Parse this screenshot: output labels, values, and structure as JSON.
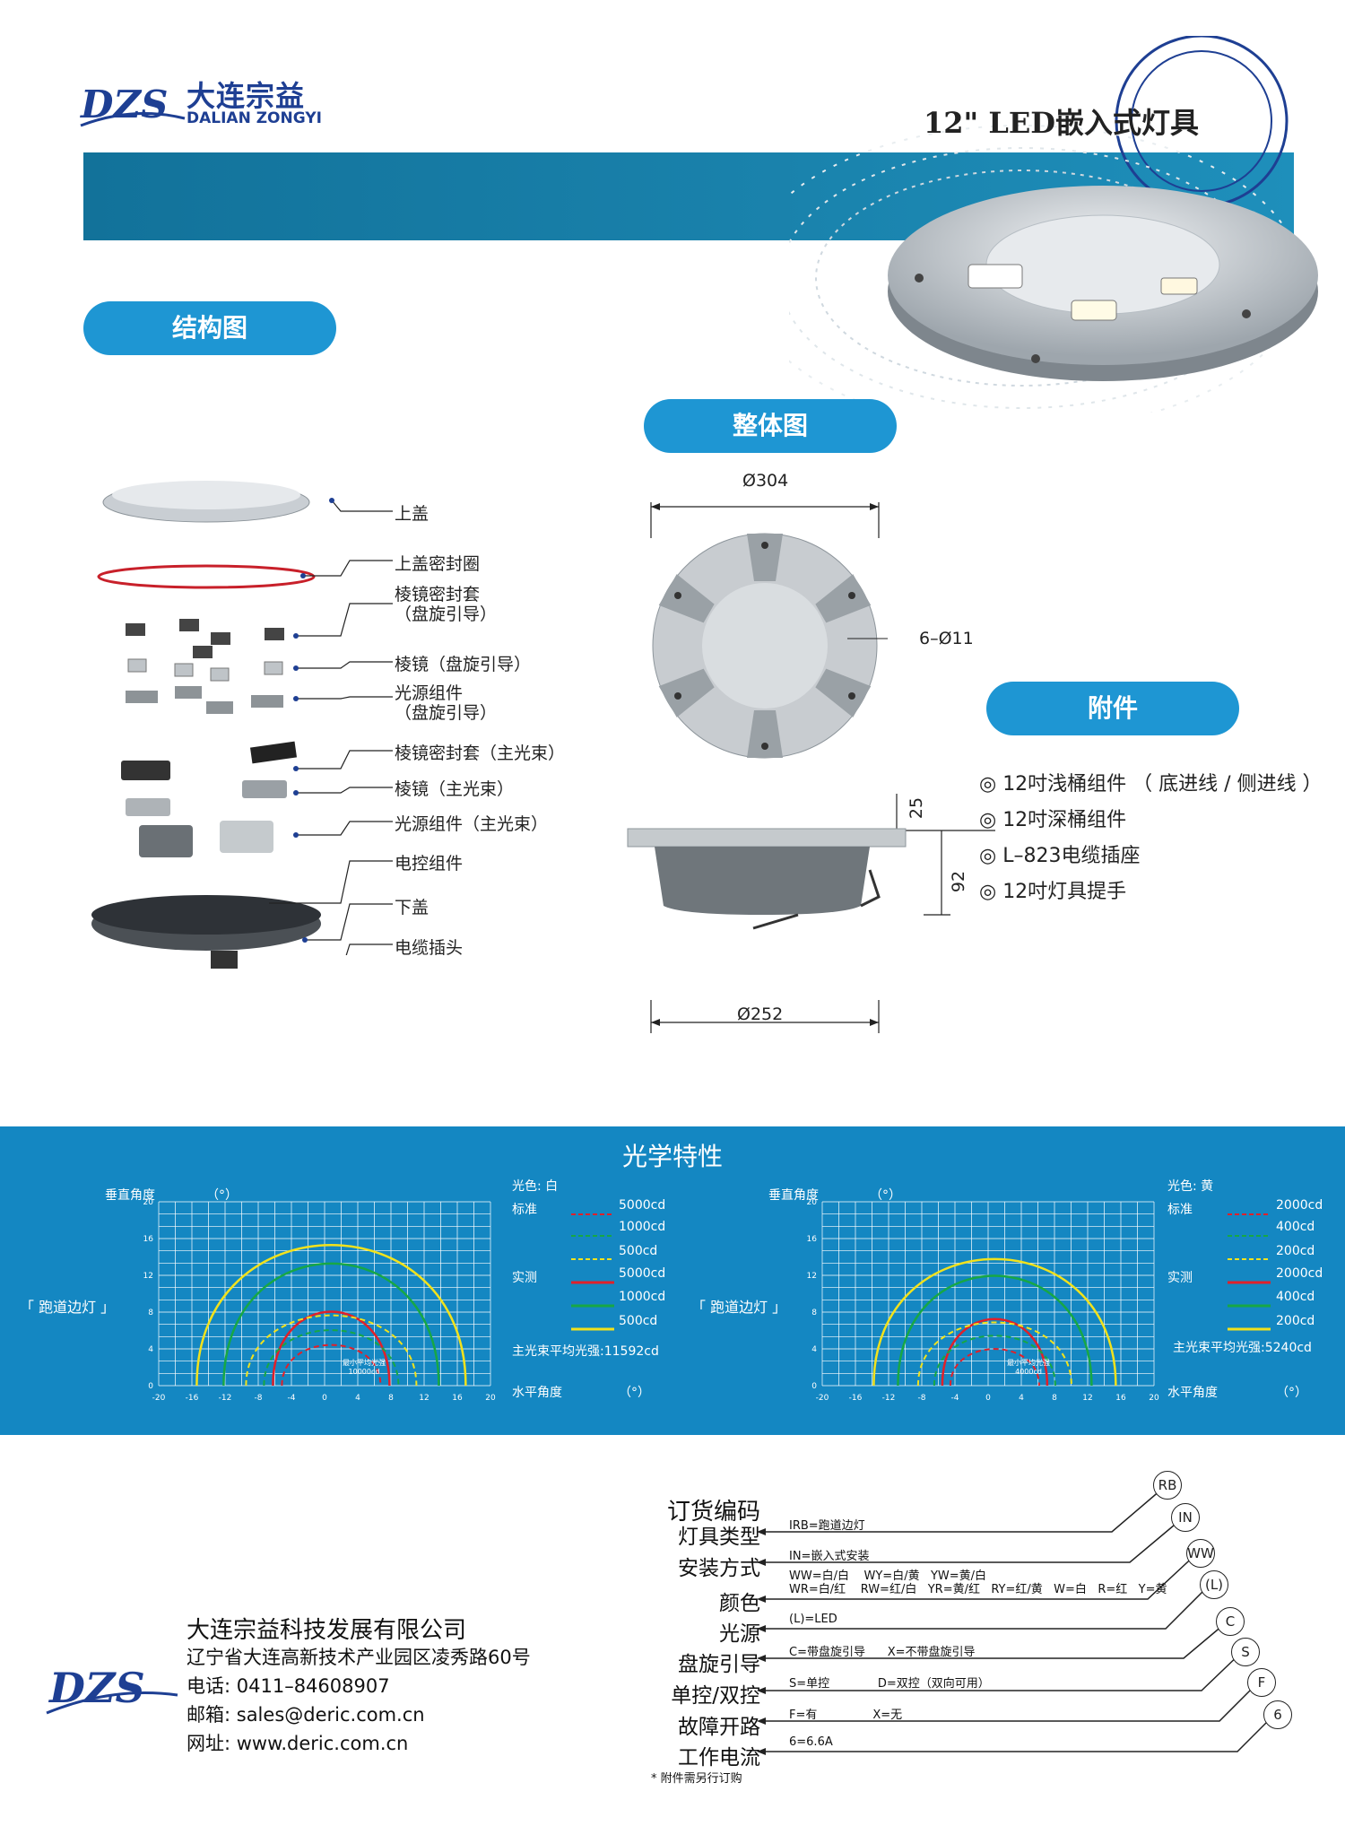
{
  "header": {
    "brand_cn": "大连宗益",
    "brand_en": "DALIAN ZONGYI",
    "brand_mark": "DZS",
    "title": "12\" LED嵌入式灯具"
  },
  "sections": {
    "structure": "结构图",
    "overall": "整体图",
    "accessories": "附件"
  },
  "parts": [
    "上盖",
    "上盖密封圈",
    "棱镜密封套\n（盘旋引导）",
    "棱镜（盘旋引导）",
    "光源组件\n（盘旋引导）",
    "棱镜密封套（主光束）",
    "棱镜（主光束）",
    "光源组件（主光束）",
    "电控组件",
    "下盖",
    "电缆插头"
  ],
  "dimensions": {
    "top_dia": "Ø304",
    "holes": "6–Ø11",
    "bottom_dia": "Ø252",
    "h1": "25",
    "h2": "92"
  },
  "accessories": [
    "◎ 12吋浅桶组件 （ 底进线 / 侧进线 ）",
    "◎ 12吋深桶组件",
    "◎ L–823电缆插座",
    "◎ 12吋灯具提手"
  ],
  "optics": {
    "title": "光学特性",
    "charts": [
      {
        "y_axis_label": "垂直角度",
        "y_unit": "（°）",
        "x_axis_label": "水平角度",
        "x_unit": "（°）",
        "side_label": "「 跑道边灯 」",
        "color_label": "光色: 白",
        "standard_label": "标准",
        "measured_label": "实测",
        "standard_items": [
          "5000cd",
          "1000cd",
          "500cd"
        ],
        "measured_items": [
          "5000cd",
          "1000cd",
          "500cd"
        ],
        "avg_label": "主光束平均光强:11592cd",
        "center_note_1": "最小平均光强",
        "center_note_2": "10000cd",
        "y_ticks": [
          "20",
          "16",
          "12",
          "8",
          "4",
          "0"
        ],
        "x_ticks": [
          "-20",
          "-16",
          "-12",
          "-8",
          "-4",
          "0",
          "4",
          "8",
          "12",
          "16",
          "20"
        ]
      },
      {
        "y_axis_label": "垂直角度",
        "y_unit": "（°）",
        "x_axis_label": "水平角度",
        "x_unit": "（°）",
        "side_label": "「 跑道边灯 」",
        "color_label": "光色: 黄",
        "standard_label": "标准",
        "measured_label": "实测",
        "standard_items": [
          "2000cd",
          "400cd",
          "200cd"
        ],
        "measured_items": [
          "2000cd",
          "400cd",
          "200cd"
        ],
        "avg_label": "主光束平均光强:5240cd",
        "center_note_1": "最小平均光强",
        "center_note_2": "4000cd",
        "y_ticks": [
          "20",
          "16",
          "12",
          "8",
          "4",
          "0"
        ],
        "x_ticks": [
          "-20",
          "-16",
          "-12",
          "-8",
          "-4",
          "0",
          "4",
          "8",
          "12",
          "16",
          "20"
        ]
      }
    ],
    "series_colors": {
      "red": "#e0202a",
      "green": "#17a745",
      "yellow": "#f2e21c"
    }
  },
  "company": {
    "name": "大连宗益科技发展有限公司",
    "address": "辽宁省大连高新技术产业园区凌秀路60号",
    "phone": "电话:  0411–84608907",
    "email": "邮箱:  sales@deric.com.cn",
    "website": "网址:  www.deric.com.cn"
  },
  "order_code": {
    "title": "订货编码",
    "rows": [
      {
        "label": "灯具类型",
        "text": "IRB=跑道边灯",
        "code": "RB"
      },
      {
        "label": "安装方式",
        "text": "IN=嵌入式安装",
        "code": "IN"
      },
      {
        "label": "颜色",
        "text": "WW=白/白    WY=白/黄   YW=黄/白\nWR=白/红    RW=红/白   YR=黄/红   RY=红/黄   W=白   R=红   Y=黄",
        "code": "WW"
      },
      {
        "label": "光源",
        "text": "(L)=LED",
        "code": "(L)"
      },
      {
        "label": "盘旋引导",
        "text": "C=带盘旋引导      X=不带盘旋引导",
        "code": "C"
      },
      {
        "label": "单控/双控",
        "text": "S=单控             D=双控（双向可用）",
        "code": "S"
      },
      {
        "label": "故障开路",
        "text": "F=有               X=无",
        "code": "F"
      },
      {
        "label": "工作电流",
        "text": "6=6.6A",
        "code": "6"
      }
    ],
    "footnote": "* 附件需另行订购"
  }
}
